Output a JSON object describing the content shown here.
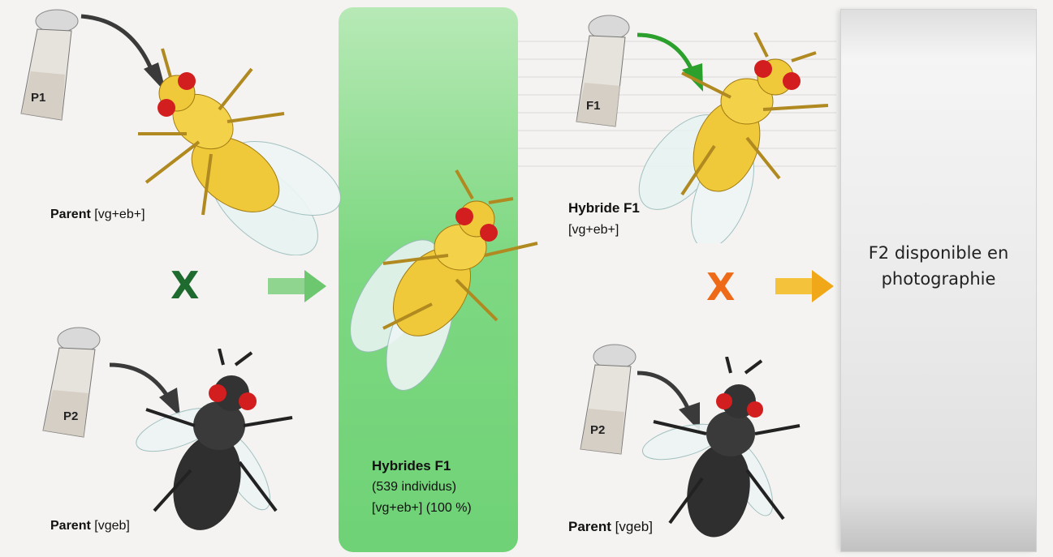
{
  "parent_p1": {
    "salt_label": "P1",
    "label_bold": "Parent",
    "label_rest": " [vg+eb+]"
  },
  "parent_p2": {
    "salt_label": "P2",
    "label_bold": "Parent",
    "label_rest": " [vgeb]"
  },
  "cross_1": {
    "symbol": "X",
    "color": "#1f6a2e"
  },
  "cross_2": {
    "symbol": "X",
    "color": "#ee6a18"
  },
  "hybrides": {
    "title": "Hybrides F1",
    "count": "(539 individus)",
    "phenotype": "[vg+eb+] (100 %)"
  },
  "hybride_f1": {
    "salt_label": "F1",
    "title": "Hybride F1",
    "phenotype": "[vg+eb+]"
  },
  "parent_p2_right": {
    "salt_label": "P2",
    "label_bold": "Parent",
    "label_rest": " [vgeb]"
  },
  "f2_panel": {
    "line1": "F2 disponible en",
    "line2": "photographie"
  },
  "colors": {
    "green_column": "#7ed882",
    "wild_fly": "#f0c93a",
    "ebony_fly": "#2f2f2f",
    "eye": "#d21e1e"
  }
}
